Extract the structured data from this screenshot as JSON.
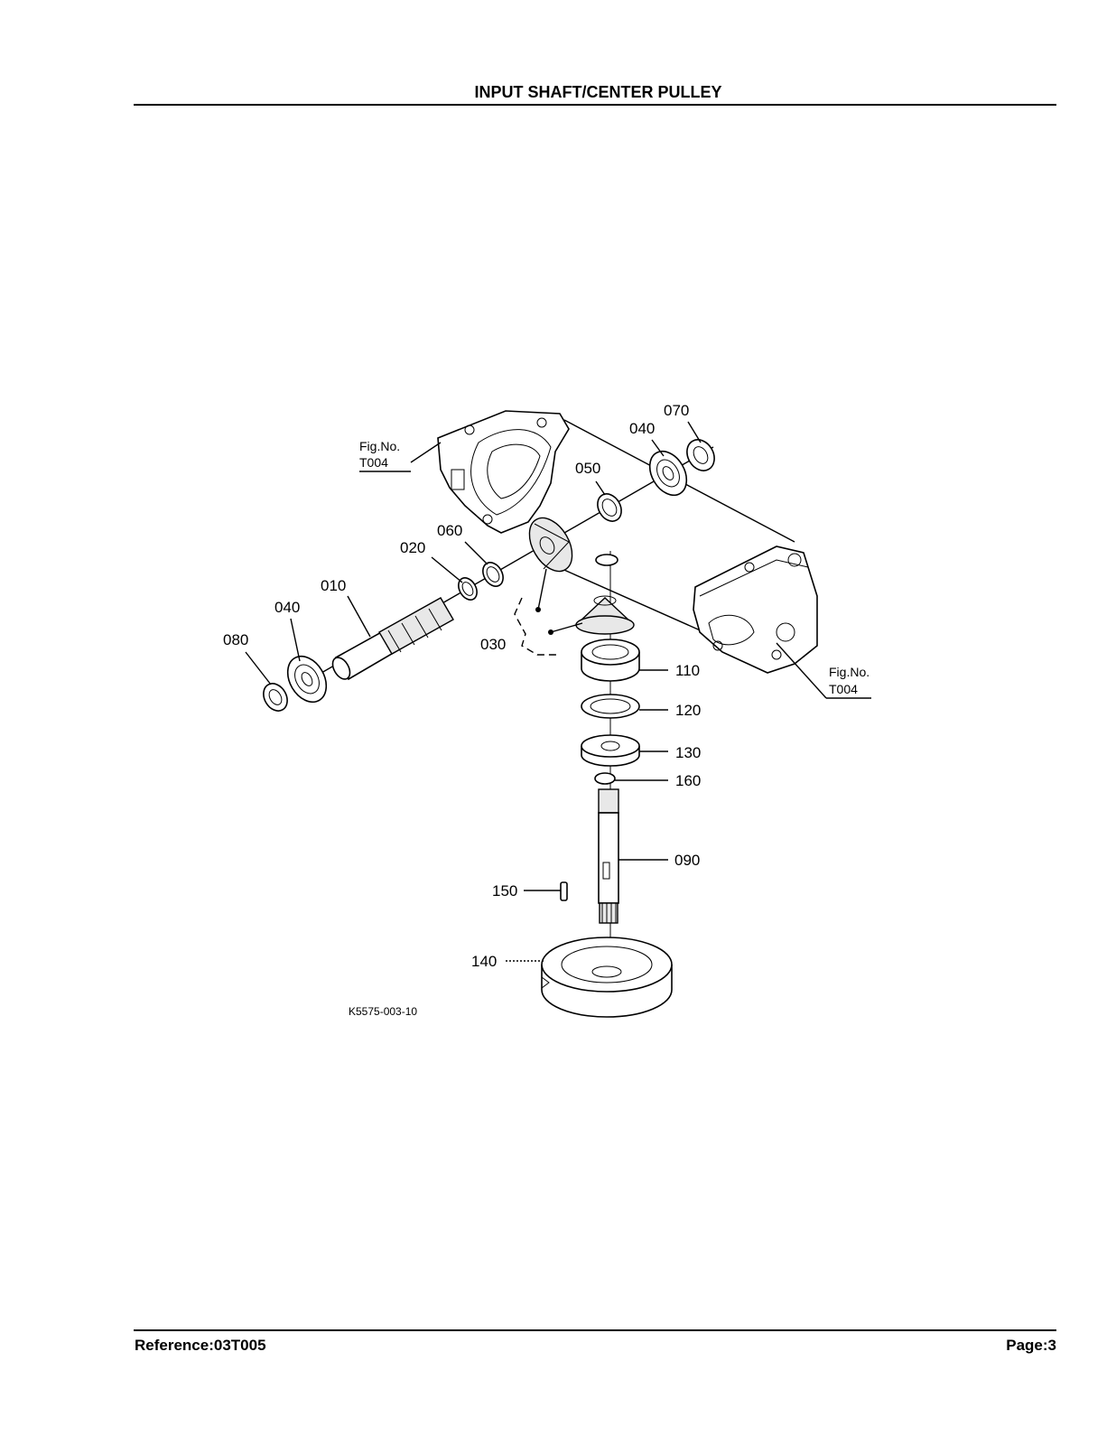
{
  "header": {
    "title": "INPUT SHAFT/CENTER PULLEY"
  },
  "footer": {
    "reference": "Reference:03T005",
    "page": "Page:3"
  },
  "diagram": {
    "code": "K5575-003-10",
    "fig_refs": [
      {
        "line1": "Fig.No.",
        "line2": "T004"
      },
      {
        "line1": "Fig.No.",
        "line2": "T004"
      }
    ],
    "callouts": [
      "070",
      "040",
      "050",
      "060",
      "020",
      "010",
      "040",
      "080",
      "030",
      "110",
      "120",
      "130",
      "160",
      "090",
      "150",
      "140"
    ]
  }
}
